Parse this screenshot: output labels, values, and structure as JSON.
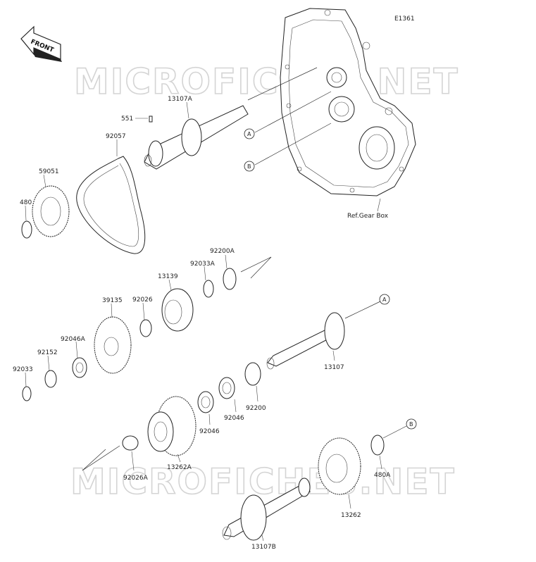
{
  "diagram_code": "E1361",
  "front_badge": "FRONT",
  "watermark": "MICROFICHES.NET",
  "ref_note": "Ref.Gear Box",
  "callouts": {
    "a": "A",
    "b": "B"
  },
  "parts": {
    "p551": "551",
    "p13107A": "13107A",
    "p92057": "92057",
    "p59051": "59051",
    "p480": "480",
    "p92200A": "92200A",
    "p92033A": "92033A",
    "p13139": "13139",
    "p39135": "39135",
    "p92026": "92026",
    "p92046A": "92046A",
    "p92152": "92152",
    "p92033": "92033",
    "p13107": "13107",
    "p92200": "92200",
    "p92046a": "92046",
    "p92046b": "92046",
    "p13262A": "13262A",
    "p92026A": "92026A",
    "p480A": "480A",
    "p13262": "13262",
    "p13107B": "13107B"
  }
}
